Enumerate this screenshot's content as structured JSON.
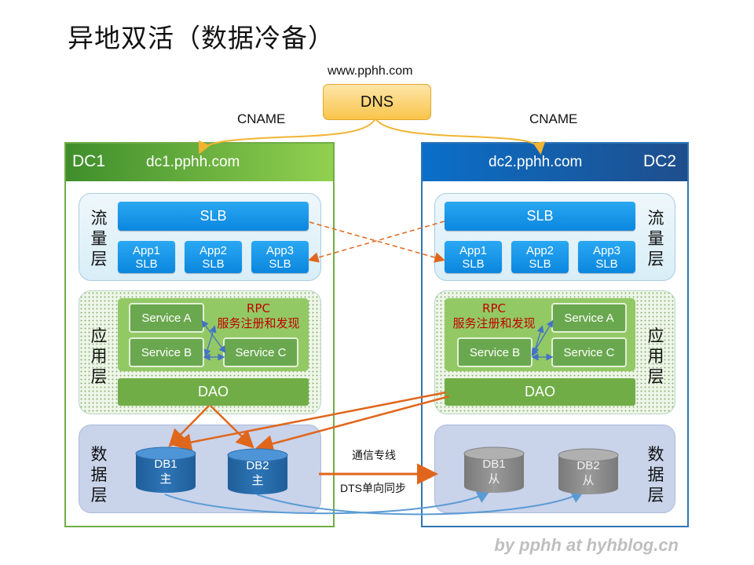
{
  "title": "异地双活（数据冷备）",
  "dns": {
    "label": "DNS",
    "domain": "www.pphh.com",
    "cname_left": "CNAME",
    "cname_right": "CNAME"
  },
  "dc1": {
    "name": "DC1",
    "domain": "dc1.pphh.com",
    "traffic_layer": "流量层",
    "slb": "SLB",
    "app_slbs": [
      {
        "l1": "App1",
        "l2": "SLB"
      },
      {
        "l1": "App2",
        "l2": "SLB"
      },
      {
        "l1": "App3",
        "l2": "SLB"
      }
    ],
    "app_layer": "应用层",
    "services": [
      "Service A",
      "Service B",
      "Service C"
    ],
    "rpc_line1": "RPC",
    "rpc_line2": "服务注册和发现",
    "dao": "DAO",
    "data_layer": "数据层",
    "dbs": [
      {
        "name": "DB1",
        "role": "主"
      },
      {
        "name": "DB2",
        "role": "主"
      }
    ]
  },
  "dc2": {
    "name": "DC2",
    "domain": "dc2.pphh.com",
    "traffic_layer": "流量层",
    "slb": "SLB",
    "app_slbs": [
      {
        "l1": "App1",
        "l2": "SLB"
      },
      {
        "l1": "App2",
        "l2": "SLB"
      },
      {
        "l1": "App3",
        "l2": "SLB"
      }
    ],
    "app_layer": "应用层",
    "services": [
      "Service A",
      "Service B",
      "Service C"
    ],
    "rpc_line1": "RPC",
    "rpc_line2": "服务注册和发现",
    "dao": "DAO",
    "data_layer": "数据层",
    "dbs": [
      {
        "name": "DB1",
        "role": "从"
      },
      {
        "name": "DB2",
        "role": "从"
      }
    ]
  },
  "link": {
    "top": "通信专线",
    "bottom": "DTS单向同步"
  },
  "watermark": "by pphh at hyhblog.cn",
  "colors": {
    "green": "#70ad47",
    "blue": "#0b86df",
    "orange": "#e0661c",
    "dns": "#f9c44b",
    "db_primary": "#2e75b6",
    "db_replica": "#8c8c8c"
  }
}
